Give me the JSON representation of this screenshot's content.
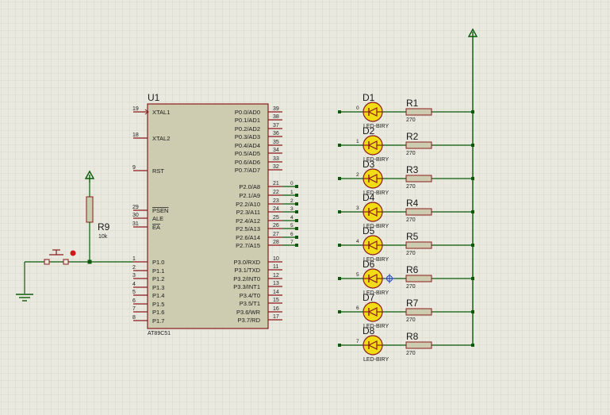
{
  "colors": {
    "background": "#e9e9df",
    "grid_minor": "#d6d6ca",
    "grid_major": "#c4c4b6",
    "chip_body": "#cdccb1",
    "outline": "#8b1a1a",
    "wire": "#0a5a0a",
    "led_fill": "#f2dc14",
    "text": "#1a1a1a",
    "probe": "#d01818",
    "cursor": "#2040c0"
  },
  "mcu": {
    "ref": "U1",
    "part": "AT89C51",
    "left_pins": [
      {
        "num": "19",
        "name": "XTAL1"
      },
      {
        "num": "18",
        "name": "XTAL2"
      },
      {
        "num": "9",
        "name": "RST"
      },
      {
        "num": "29",
        "name": "PSEN"
      },
      {
        "num": "30",
        "name": "ALE"
      },
      {
        "num": "31",
        "name": "EA"
      },
      {
        "num": "1",
        "name": "P1.0"
      },
      {
        "num": "2",
        "name": "P1.1"
      },
      {
        "num": "3",
        "name": "P1.2"
      },
      {
        "num": "4",
        "name": "P1.3"
      },
      {
        "num": "5",
        "name": "P1.4"
      },
      {
        "num": "6",
        "name": "P1.5"
      },
      {
        "num": "7",
        "name": "P1.6"
      },
      {
        "num": "8",
        "name": "P1.7"
      }
    ],
    "right_pins": [
      {
        "num": "39",
        "name": "P0.0/AD0"
      },
      {
        "num": "38",
        "name": "P0.1/AD1"
      },
      {
        "num": "37",
        "name": "P0.2/AD2"
      },
      {
        "num": "36",
        "name": "P0.3/AD3"
      },
      {
        "num": "35",
        "name": "P0.4/AD4"
      },
      {
        "num": "34",
        "name": "P0.5/AD5"
      },
      {
        "num": "33",
        "name": "P0.6/AD6"
      },
      {
        "num": "32",
        "name": "P0.7/AD7"
      },
      {
        "num": "21",
        "name": "P2.0/A8"
      },
      {
        "num": "22",
        "name": "P2.1/A9"
      },
      {
        "num": "23",
        "name": "P2.2/A10"
      },
      {
        "num": "24",
        "name": "P2.3/A11"
      },
      {
        "num": "25",
        "name": "P2.4/A12"
      },
      {
        "num": "26",
        "name": "P2.5/A13"
      },
      {
        "num": "27",
        "name": "P2.6/A14"
      },
      {
        "num": "28",
        "name": "P2.7/A15"
      },
      {
        "num": "10",
        "name": "P3.0/RXD"
      },
      {
        "num": "11",
        "name": "P3.1/TXD"
      },
      {
        "num": "12",
        "name": "P3.2/INT0"
      },
      {
        "num": "13",
        "name": "P3.3/INT1"
      },
      {
        "num": "14",
        "name": "P3.4/T0"
      },
      {
        "num": "15",
        "name": "P3.5/T1"
      },
      {
        "num": "16",
        "name": "P3.6/WR"
      },
      {
        "num": "17",
        "name": "P3.7/RD"
      }
    ],
    "p2_net_labels": [
      "0",
      "1",
      "2",
      "3",
      "4",
      "5",
      "6",
      "7"
    ]
  },
  "reset_resistor": {
    "ref": "R9",
    "value": "10k"
  },
  "led_rows": [
    {
      "led_ref": "D1",
      "led_type": "LED-BIRY",
      "net": "0",
      "res_ref": "R1",
      "res_value": "270"
    },
    {
      "led_ref": "D2",
      "led_type": "LED-BIRY",
      "net": "1",
      "res_ref": "R2",
      "res_value": "270"
    },
    {
      "led_ref": "D3",
      "led_type": "LED-BIRY",
      "net": "2",
      "res_ref": "R3",
      "res_value": "270"
    },
    {
      "led_ref": "D4",
      "led_type": "LED-BIRY",
      "net": "3",
      "res_ref": "R4",
      "res_value": "270"
    },
    {
      "led_ref": "D5",
      "led_type": "LED-BIRY",
      "net": "4",
      "res_ref": "R5",
      "res_value": "270"
    },
    {
      "led_ref": "D6",
      "led_type": "LED-BIRY",
      "net": "5",
      "res_ref": "R6",
      "res_value": "270"
    },
    {
      "led_ref": "D7",
      "led_type": "LED-BIRY",
      "net": "6",
      "res_ref": "R7",
      "res_value": "270"
    },
    {
      "led_ref": "D8",
      "led_type": "LED-BIRY",
      "net": "7",
      "res_ref": "R8",
      "res_value": "270"
    }
  ]
}
